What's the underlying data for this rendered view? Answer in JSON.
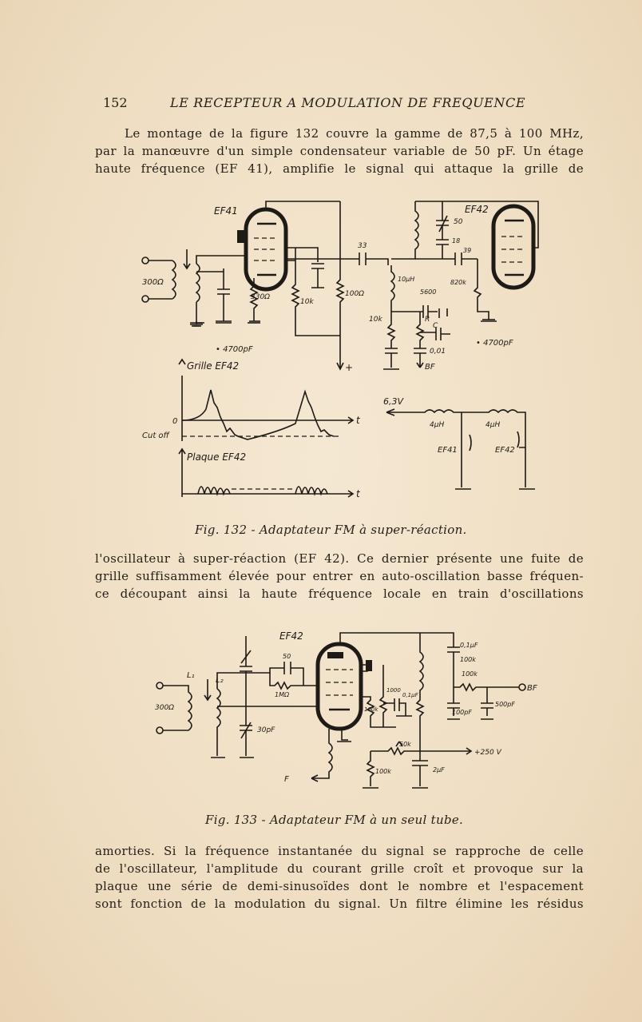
{
  "page": {
    "number": "152",
    "running_title": "LE RECEPTEUR A MODULATION DE FREQUENCE"
  },
  "para1": [
    "Le montage de la figure 132 couvre la gamme de 87,5 à 100 MHz,",
    "par la manœuvre d'un simple condensateur variable de 50 pF. Un étage",
    "haute fréquence (EF 41), amplifie le signal qui attaque la grille de"
  ],
  "fig132": {
    "caption": "Fig. 132 - Adaptateur FM à super-réaction.",
    "labels": {
      "tube1": "EF41",
      "tube2": "EF42",
      "r_in": "300Ω",
      "r330": "330Ω",
      "r10k_a": "10k",
      "r100": "100Ω",
      "c33": "33",
      "c50": "50",
      "c18": "18",
      "c39": "39",
      "l10": "10µH",
      "r820": "820k",
      "c5600": "5600",
      "r10k_b": "10k",
      "rlabel": "R",
      "clabel": "C",
      "c001": "0,01",
      "bf": "BF",
      "plus": "+",
      "c4700a": "• 4700pF",
      "c4700b": "• 4700pF",
      "grille": "Grille EF42",
      "zero": "0",
      "cutoff": "Cut off",
      "plaque": "Plaque EF42",
      "t1": "t",
      "t2": "t",
      "v63": "6,3V",
      "l4a": "4µH",
      "l4b": "4µH",
      "h_ef41": "EF41",
      "h_ef42": "EF42"
    }
  },
  "para2": [
    "l'oscillateur à super-réaction (EF 42). Ce dernier présente une fuite de",
    "grille suffisamment élevée pour entrer en auto-oscillation basse fréquen-",
    "ce découpant ainsi la haute fréquence locale en train d'oscillations"
  ],
  "fig133": {
    "caption": "Fig. 133 - Adaptateur FM à un seul tube.",
    "labels": {
      "tube": "EF42",
      "l1": "L₁",
      "l2": "L₂",
      "r_in": "300Ω",
      "c50": "50",
      "r1m": "1MΩ",
      "c30": "30pF",
      "f": "F",
      "r100k_a": "100k",
      "r1000": "1000",
      "c01": "0,1µF",
      "c01b": "0,1µF",
      "r100k_b": "100k",
      "r100k_c": "100k",
      "bf": "BF",
      "c100": "100pF",
      "c500": "500pF",
      "r50k": "50k",
      "r100k_d": "100k",
      "c2": "2µF",
      "v250": "+250 V"
    }
  },
  "para3": [
    "amorties. Si la fréquence instantanée du signal se rapproche de celle",
    "de l'oscillateur, l'amplitude du courant grille croît et provoque sur la",
    "plaque une série de demi-sinusoïdes dont le nombre et l'espacement",
    "sont fonction de la modulation du signal. Un filtre élimine les résidus"
  ]
}
